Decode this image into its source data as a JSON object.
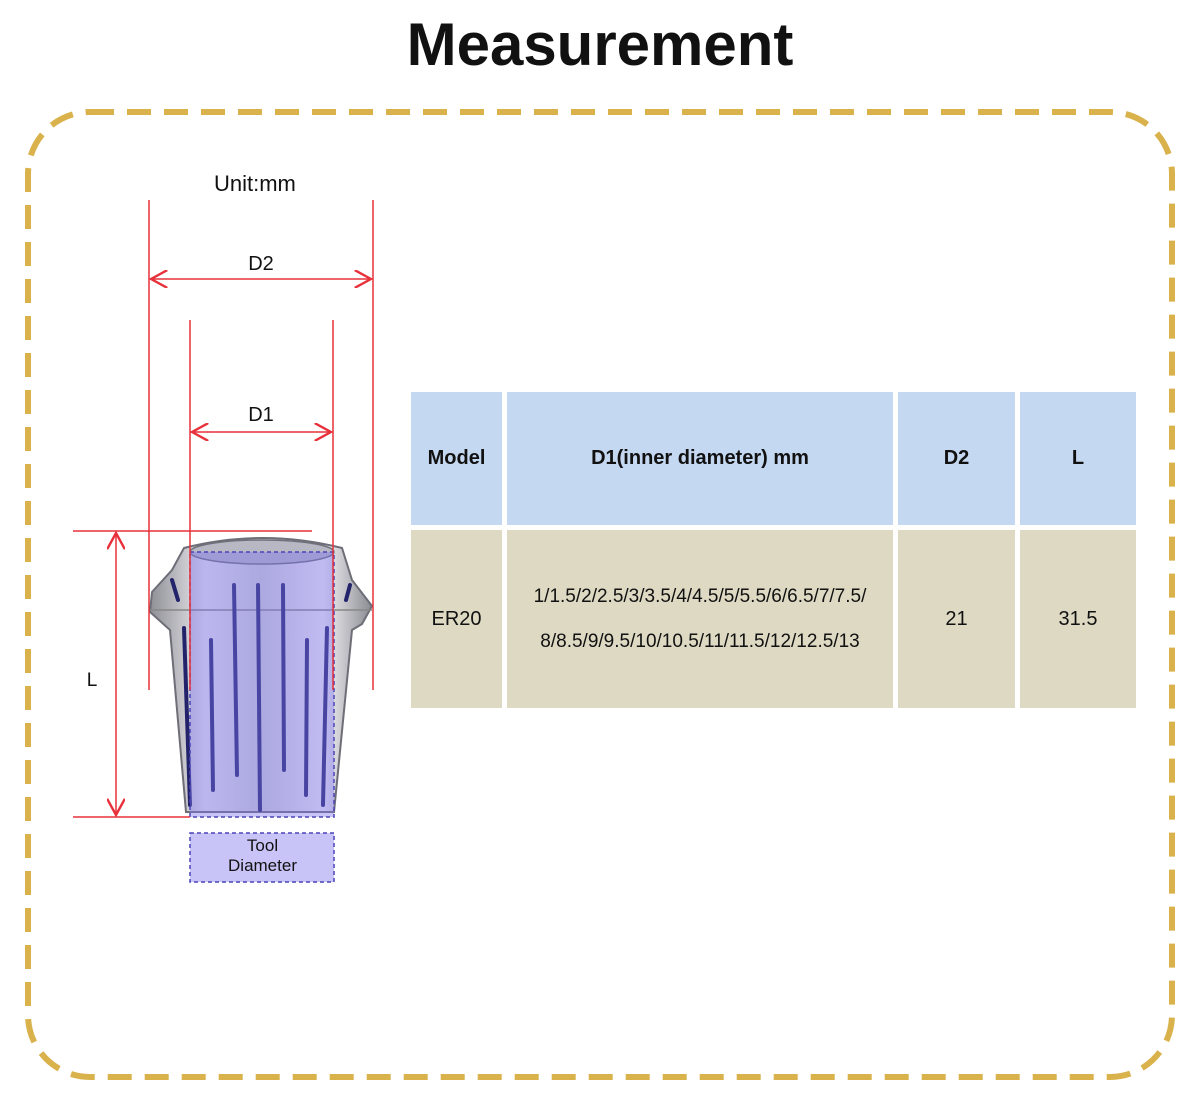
{
  "title": "Measurement",
  "diagram": {
    "unit": "Unit:mm",
    "label_d2": "D2",
    "label_d1": "D1",
    "label_l": "L",
    "tool_label": [
      "Tool",
      "Diameter"
    ],
    "colors": {
      "dimension": "#e8303a",
      "frame": "#d9b24c",
      "tool_zone": "#7b73ee"
    }
  },
  "table": {
    "headers": [
      "Model",
      "D1(inner diameter) mm",
      "D2",
      "L"
    ],
    "rows": [
      {
        "model": "ER20",
        "d1_lines": [
          "1/1.5/2/2.5/3/3.5/4/4.5/5/5.5/6/6.5/7/7.5/",
          "8/8.5/9/9.5/10/10.5/11/11.5/12/12.5/13"
        ],
        "d2": "21",
        "l": "31.5"
      }
    ],
    "colors": {
      "header_bg": "#c5d8f1",
      "row_bg": "#ddd9c3"
    }
  }
}
